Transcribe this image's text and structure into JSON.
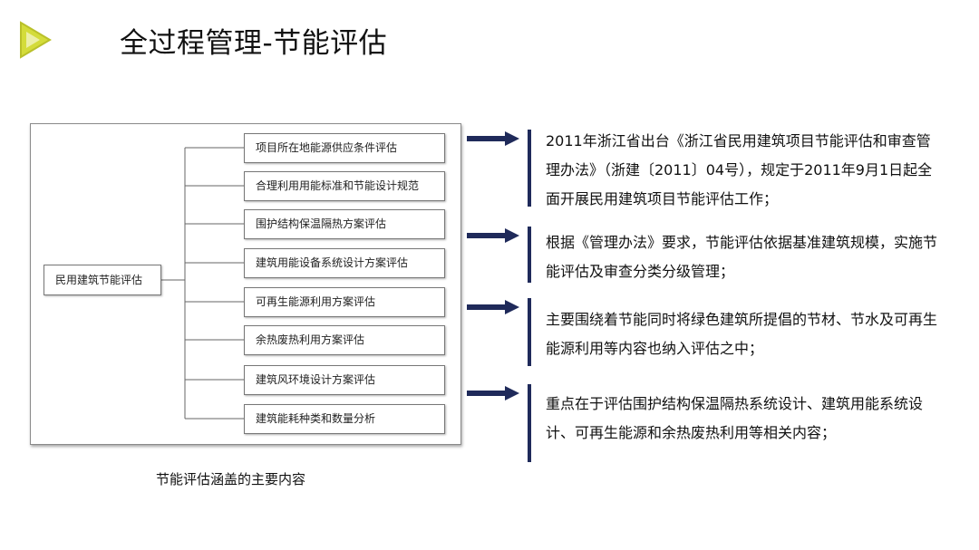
{
  "header": {
    "title": "全过程管理-节能评估",
    "accent_color": "#d4dc3a",
    "icon": "play-triangle-icon"
  },
  "diagram": {
    "root": "民用建筑节能评估",
    "items": [
      "项目所在地能源供应条件评估",
      "合理利用用能标准和节能设计规范",
      "围护结构保温隔热方案评估",
      "建筑用能设备系统设计方案评估",
      "可再生能源利用方案评估",
      "余热废热利用方案评估",
      "建筑风环境设计方案评估",
      "建筑能耗种类和数量分析"
    ],
    "caption": "节能评估涵盖的主要内容"
  },
  "points": {
    "arrow_color": "#1f2a5a",
    "items": [
      "2011年浙江省出台《浙江省民用建筑项目节能评估和审查管理办法》（浙建〔2011〕04号），规定于2011年9月1日起全面开展民用建筑项目节能评估工作；",
      "根据《管理办法》要求，节能评估依据基准建筑规模，实施节能评估及审查分类分级管理；",
      "主要围绕着节能同时将绿色建筑所提倡的节材、节水及可再生能源利用等内容也纳入评估之中；",
      "重点在于评估围护结构保温隔热系统设计、建筑用能系统设计、可再生能源和余热废热利用等相关内容；"
    ]
  }
}
